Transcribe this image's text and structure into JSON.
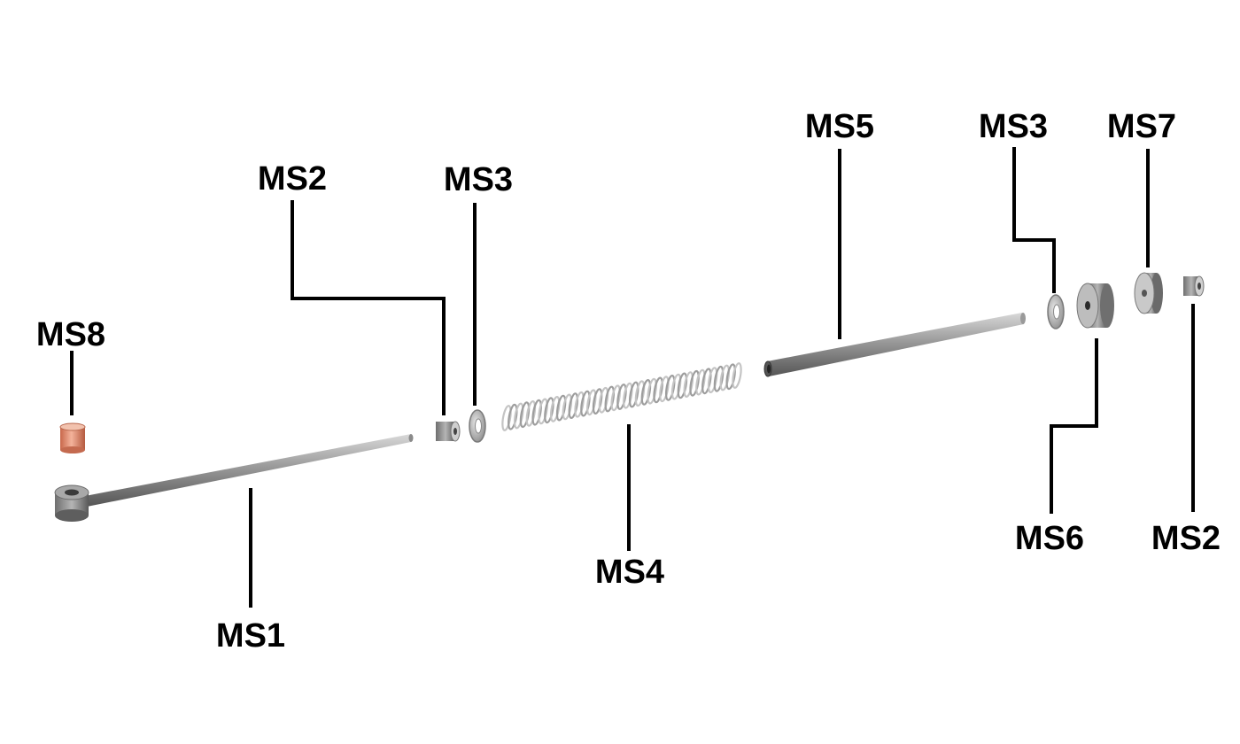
{
  "labels": {
    "ms1": "MS1",
    "ms2_left": "MS2",
    "ms3_left": "MS3",
    "ms4": "MS4",
    "ms5": "MS5",
    "ms3_right": "MS3",
    "ms7": "MS7",
    "ms6": "MS6",
    "ms2_right": "MS2",
    "ms8": "MS8"
  },
  "colors": {
    "background": "#ffffff",
    "steel": "#8c8c8c",
    "copper": "#e08a6c",
    "leader": "#000000"
  }
}
